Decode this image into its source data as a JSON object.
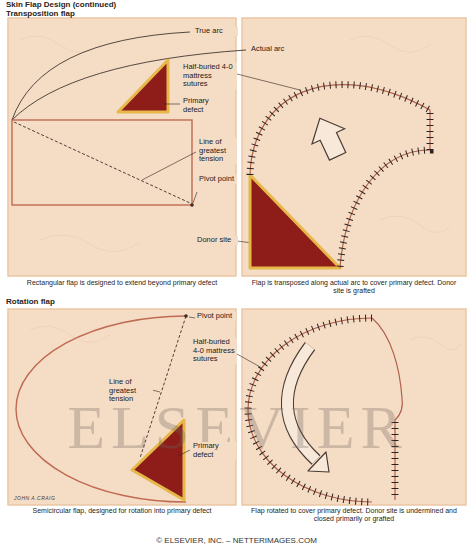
{
  "diagram": {
    "title": "Skin Flap Design (continued)",
    "caption": "© ELSEVIER, INC. – NETTERIMAGES.COM",
    "labels": [
      "Transposition flap",
      "True arc",
      "Actual arc",
      "Half-buried 4-0 mattress sutures",
      "Primary defect",
      "Line of greatest tension",
      "Pivot point",
      "Donor site",
      "Rectangular flap is designed to extend beyond primary defect",
      "Flap is transposed along actual arc to cover primary defect. Donor site is grafted",
      "Rotation flap",
      "Pivot point",
      "Half-buried 4-0 mattress sutures",
      "Line of greatest tension",
      "Primary defect",
      "Semicircular flap, designed for rotation into primary defect",
      "Flap rotated to cover primary defect. Donor site is undermined and closed primarily or grafted",
      "JOHN A.CRAIG",
      "ELSEVIER"
    ]
  }
}
